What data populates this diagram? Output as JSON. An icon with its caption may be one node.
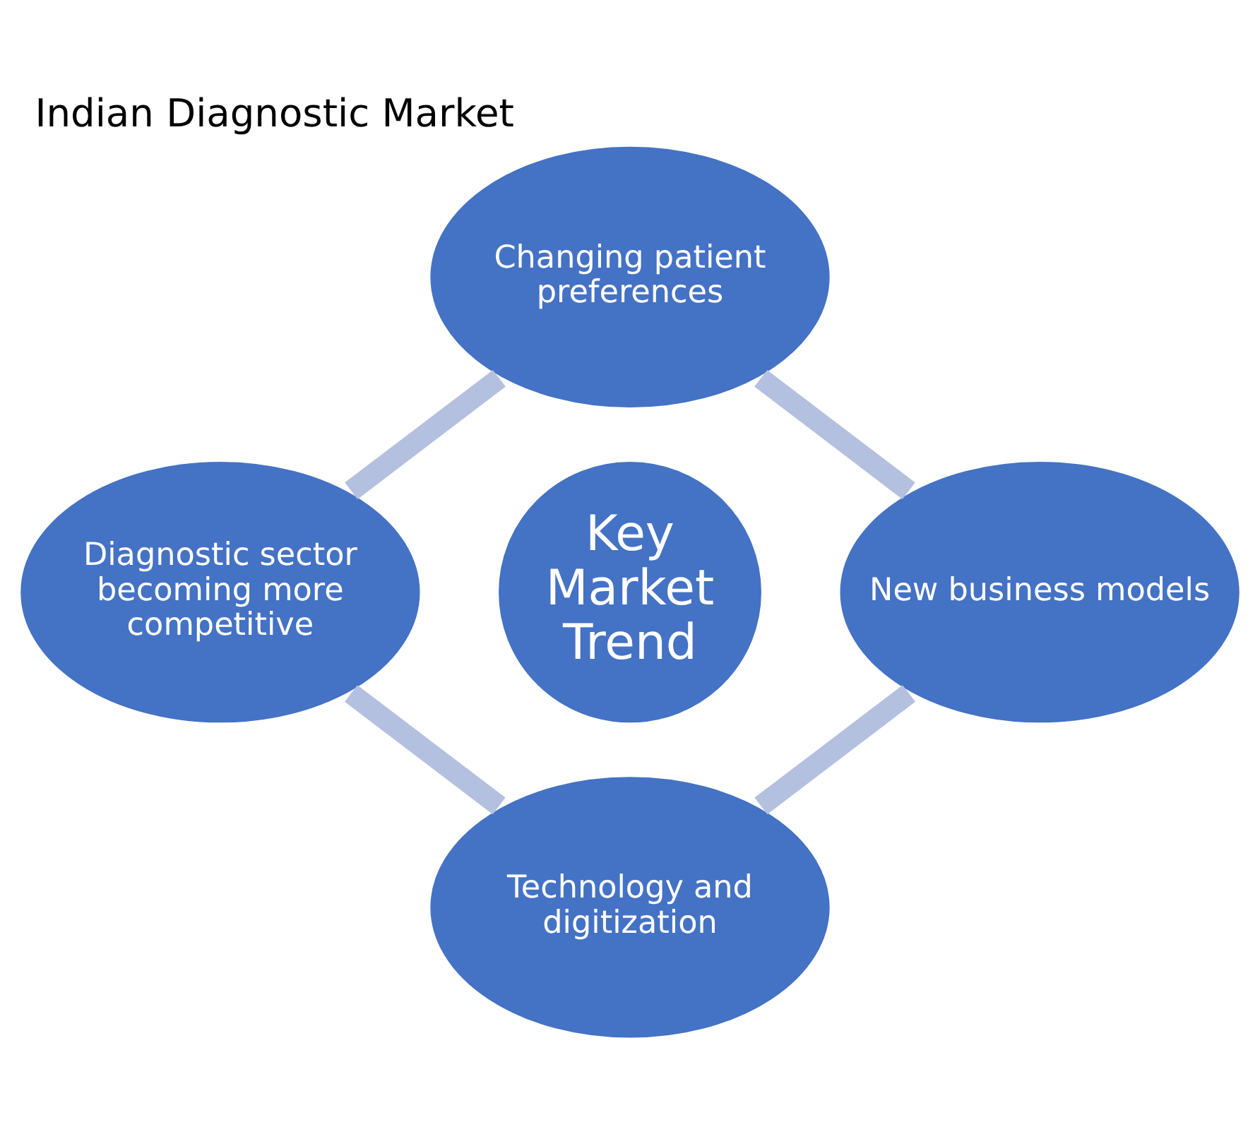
{
  "diagram": {
    "title": "Indian Diagnostic Market",
    "nodes": [
      {
        "text": [
          "Changing patient preferences"
        ]
      },
      {
        "text": [
          "Diagnostic sector becoming more competitive"
        ]
      },
      {
        "text": [
          "Key Market Trend"
        ]
      },
      {
        "text": [
          "New business models"
        ]
      },
      {
        "text": [
          "Technology and digitization"
        ]
      }
    ],
    "edges": [
      {
        "from": 0,
        "to": 3,
        "arrow": "none"
      },
      {
        "from": 3,
        "to": 4,
        "arrow": "none"
      },
      {
        "from": 4,
        "to": 1,
        "arrow": "none"
      },
      {
        "from": 1,
        "to": 0,
        "arrow": "none"
      }
    ]
  }
}
